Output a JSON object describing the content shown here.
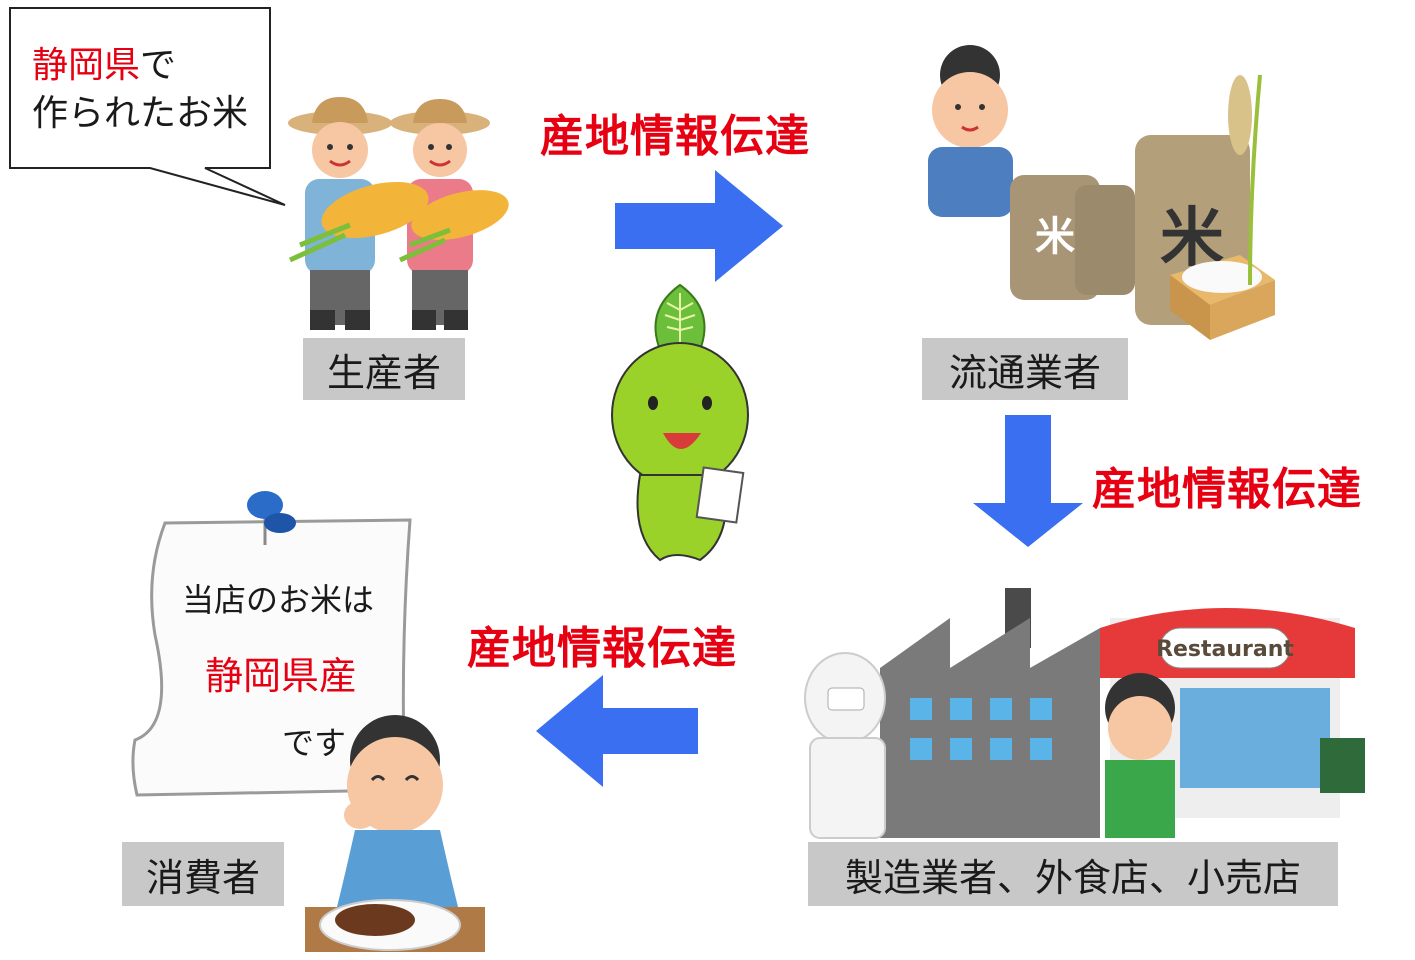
{
  "speech_bubble": {
    "line1_red": "静岡県",
    "line1_rest": "で",
    "line2": "作られたお米"
  },
  "nodes": {
    "producer": "生産者",
    "distributor": "流通業者",
    "manufacturer": "製造業者、外食店、小売店",
    "consumer": "消費者"
  },
  "flow_label": "産地情報伝達",
  "sign": {
    "line1": "当店のお米は",
    "line2": "静岡県産",
    "line3": "です"
  },
  "restaurant_sign": "Restaurant",
  "rice_bag_text": "米",
  "colors": {
    "arrow": "#3a6ff2",
    "accent_red": "#e60012",
    "label_bg": "#c8c8c8"
  }
}
